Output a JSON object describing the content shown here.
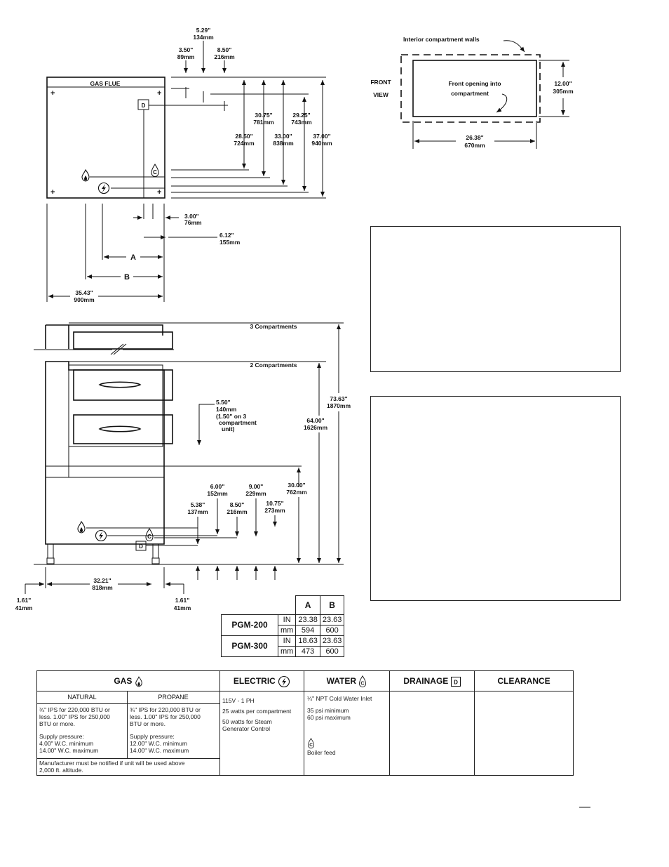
{
  "plan_view": {
    "gas_flue_label": "GAS FLUE",
    "top_dims": {
      "d529_in": "5.29\"",
      "d529_mm": "134mm",
      "d350_in": "3.50\"",
      "d350_mm": "89mm",
      "d850_in": "8.50\"",
      "d850_mm": "216mm"
    },
    "right_dims": {
      "d3075_in": "30.75\"",
      "d3075_mm": "781mm",
      "d2925_in": "29.25\"",
      "d2925_mm": "743mm",
      "d2850_in": "28.50\"",
      "d2850_mm": "724mm",
      "d3300_in": "33.00\"",
      "d3300_mm": "838mm",
      "d3700_in": "37.00\"",
      "d3700_mm": "940mm"
    },
    "bottom_dims": {
      "d300_in": "3.00\"",
      "d300_mm": "76mm",
      "d612_in": "6.12\"",
      "d612_mm": "155mm",
      "a_label": "A",
      "b_label": "B",
      "d3543_in": "35.43\"",
      "d3543_mm": "900mm"
    }
  },
  "front_view": {
    "label_line1": "FRONT",
    "label_line2": "VIEW",
    "walls_label": "Interior compartment walls",
    "opening_line1": "Front opening into",
    "opening_line2": "compartment",
    "height_in": "12.00\"",
    "height_mm": "305mm",
    "width_in": "26.38\"",
    "width_mm": "670mm"
  },
  "elevation": {
    "three_comp": "3 Compartments",
    "two_comp": "2 Compartments",
    "d7363_in": "73.63\"",
    "d7363_mm": "1870mm",
    "d6400_in": "64.00\"",
    "d6400_mm": "1626mm",
    "d550_in": "5.50\"",
    "d550_mm": "140mm",
    "d550_note1": "(1.50\" on 3",
    "d550_note2": "compartment",
    "d550_note3": "unit)",
    "d600_in": "6.00\"",
    "d600_mm": "152mm",
    "d900_in": "9.00\"",
    "d900_mm": "229mm",
    "d3000_in": "30.00\"",
    "d3000_mm": "762mm",
    "d538_in": "5.38\"",
    "d538_mm": "137mm",
    "d850_in": "8.50\"",
    "d850_mm": "216mm",
    "d1075_in": "10.75\"",
    "d1075_mm": "273mm",
    "d3221_in": "32.21\"",
    "d3221_mm": "818mm",
    "d161l_in": "1.61\"",
    "d161l_mm": "41mm",
    "d161r_in": "1.61\"",
    "d161r_mm": "41mm"
  },
  "symbols": {
    "gas_icon": "flame-icon",
    "electric_icon": "lightning-icon",
    "water_icon": "water-drop-c-icon",
    "drain_icon": "drain-d-icon",
    "water_letter": "C",
    "drain_letter": "D"
  },
  "dim_table": {
    "col_a": "A",
    "col_b": "B",
    "rows": [
      {
        "model": "PGM-200",
        "unit1": "IN",
        "unit2": "mm",
        "a1": "23.38",
        "a2": "594",
        "b1": "23.63",
        "b2": "600"
      },
      {
        "model": "PGM-300",
        "unit1": "IN",
        "unit2": "mm",
        "a1": "18.63",
        "a2": "473",
        "b1": "23.63",
        "b2": "600"
      }
    ]
  },
  "utilities": {
    "gas": {
      "header": "GAS",
      "natural_label": "NATURAL",
      "propane_label": "PROPANE",
      "natural_text": "¾\" IPS for 220,000 BTU or\nless. 1.00\" IPS for 250,000\nBTU or more.",
      "natural_supply": "Supply pressure:\n     4.00\" W.C. minimum\n   14.00\" W.C. maximum",
      "propane_text": "¾\" IPS for 220,000 BTU or\nless. 1.00\" IPS for 250,000\nBTU or more.",
      "propane_supply": "Supply pressure:\n   12.00\" W.C. minimum\n   14.00\" W.C. maximum",
      "altitude_note": "Manufacturer must be notified if unit will be used above\n2,000 ft. altitude."
    },
    "electric": {
      "header": "ELECTRIC",
      "line1": "115V - 1 PH",
      "line2": "25 watts per compartment",
      "line3": "50 watts for Steam\nGenerator Control"
    },
    "water": {
      "header": "WATER",
      "line1": "¼\" NPT Cold Water Inlet",
      "line2": "35 psi minimum\n60 psi maximum",
      "line3": "Boiler feed"
    },
    "drainage": {
      "header": "DRAINAGE"
    },
    "clearance": {
      "header": "CLEARANCE"
    }
  }
}
